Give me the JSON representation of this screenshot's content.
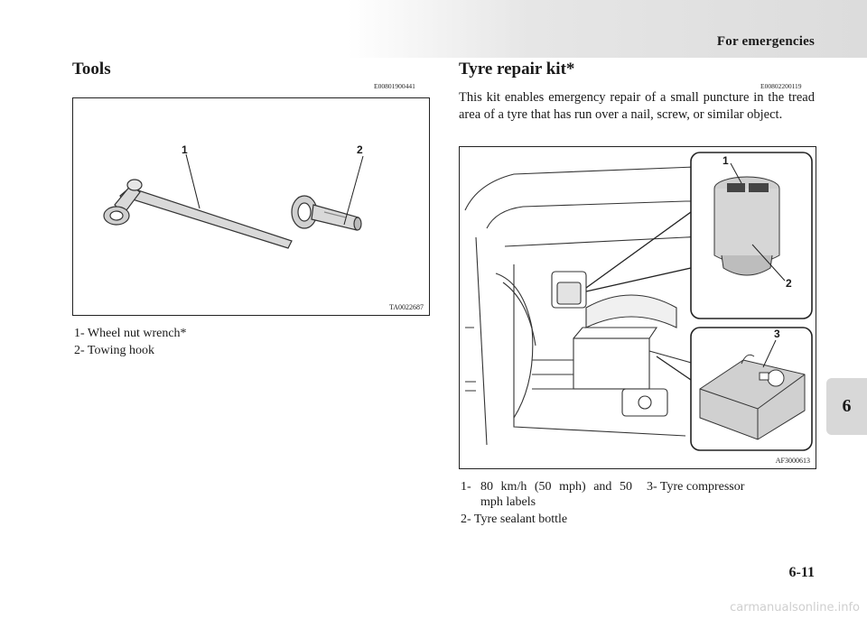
{
  "header": {
    "running_head": "For emergencies"
  },
  "chapter_tab": "6",
  "page_number": "6-11",
  "watermark": "carmanualsonline.info",
  "tools": {
    "heading": "Tools",
    "code": "E00801900441",
    "figure": {
      "id": "TA0022687",
      "callout_1": "1",
      "callout_2": "2"
    },
    "captions": [
      {
        "num": "1-",
        "text": "Wheel nut wrench*"
      },
      {
        "num": "2-",
        "text": "Towing hook"
      }
    ]
  },
  "tyre_kit": {
    "heading": "Tyre repair kit*",
    "code": "E00802200119",
    "body": "This kit enables emergency repair of a small puncture in the tread area of a tyre that has run over a nail, screw, or similar object.",
    "figure": {
      "id": "AF3000613",
      "callout_1": "1",
      "callout_2": "2",
      "callout_3": "3"
    },
    "captions": [
      {
        "num": "1-",
        "text": "80 km/h (50 mph) and 50 mph labels"
      },
      {
        "num": "2-",
        "text": "Tyre sealant bottle"
      },
      {
        "num": "3-",
        "text": "Tyre compressor"
      }
    ]
  }
}
